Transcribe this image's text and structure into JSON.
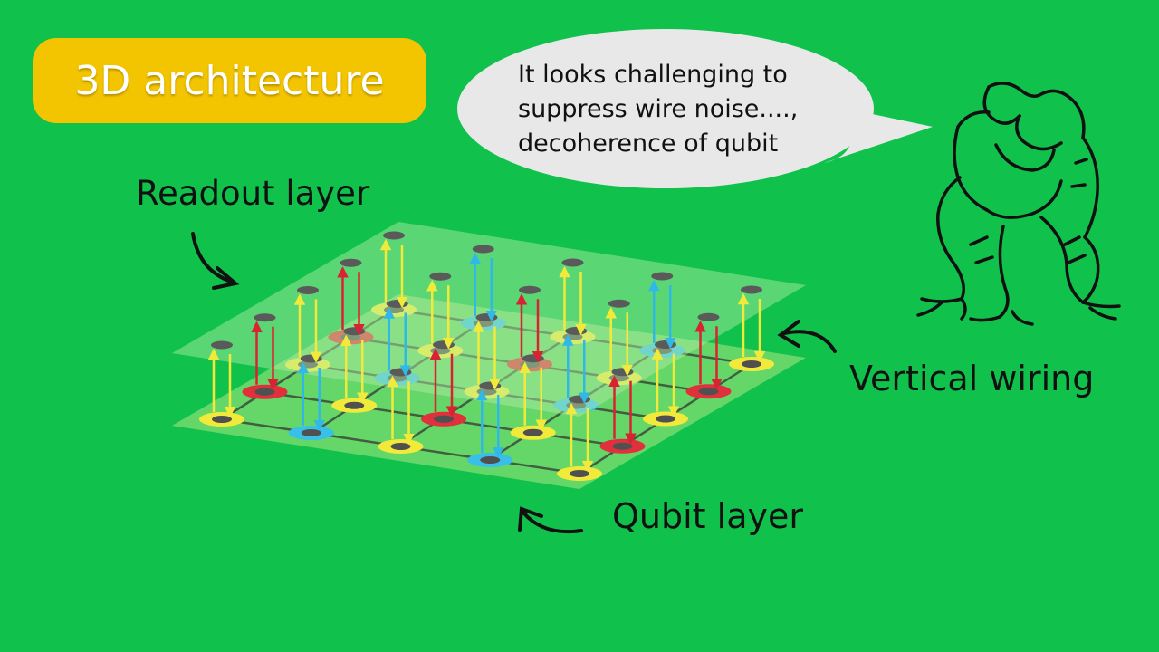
{
  "title": "3D architecture",
  "speech_bubble": {
    "lines": [
      "It looks challenging to",
      "suppress wire noise....,",
      "decoherence of qubit"
    ]
  },
  "labels": {
    "readout_layer": "Readout layer",
    "vertical_wiring": "Vertical wiring",
    "qubit_layer": "Qubit layer"
  },
  "colors": {
    "background": "#10c24c",
    "badge": "#f3c400",
    "qubit_yellow": "#f2ea3a",
    "qubit_red": "#e0303c",
    "qubit_blue": "#38c0e8",
    "readout_pad": "#5a5a5a"
  },
  "icons": [
    "frog-illustration",
    "curved-arrow-icon"
  ]
}
